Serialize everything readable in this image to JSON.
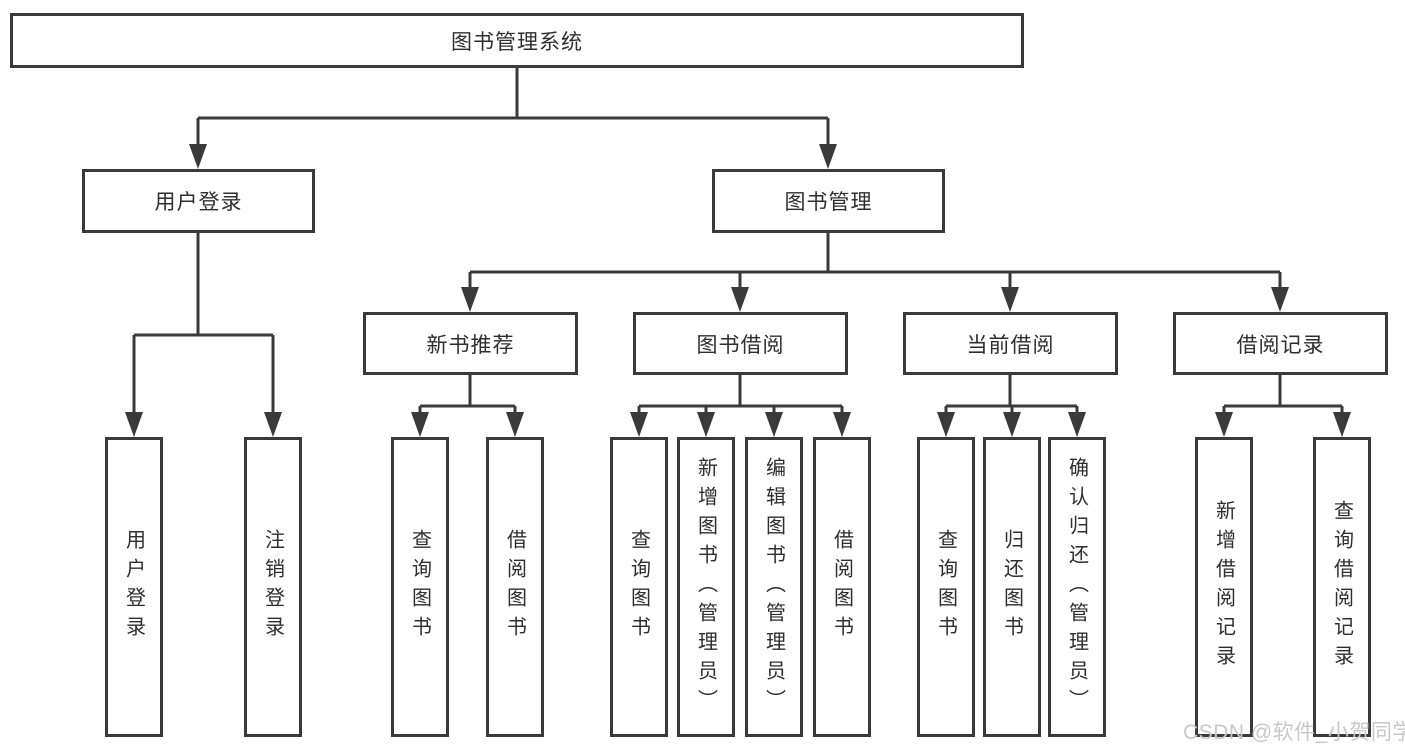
{
  "tree": {
    "root": {
      "label": "图书管理系统"
    },
    "branches": [
      {
        "label": "用户登录",
        "children": [
          {
            "label": "用户登录"
          },
          {
            "label": "注销登录"
          }
        ]
      },
      {
        "label": "图书管理",
        "groups": [
          {
            "label": "新书推荐",
            "children": [
              {
                "label": "查询图书"
              },
              {
                "label": "借阅图书"
              }
            ]
          },
          {
            "label": "图书借阅",
            "children": [
              {
                "label": "查询图书"
              },
              {
                "label": "新增图书（管理员）"
              },
              {
                "label": "编辑图书（管理员）"
              },
              {
                "label": "借阅图书"
              }
            ]
          },
          {
            "label": "当前借阅",
            "children": [
              {
                "label": "查询图书"
              },
              {
                "label": "归还图书"
              },
              {
                "label": "确认归还（管理员）"
              }
            ]
          },
          {
            "label": "借阅记录",
            "children": [
              {
                "label": "新增借阅记录"
              },
              {
                "label": "查询借阅记录"
              }
            ]
          }
        ]
      }
    ]
  },
  "watermark": {
    "text": "CSDN @软件_小贺同学"
  },
  "colors": {
    "line": "#3a3a3a",
    "text": "#2e2e2e",
    "watermark": "#c8c8c8",
    "background": "#ffffff"
  }
}
